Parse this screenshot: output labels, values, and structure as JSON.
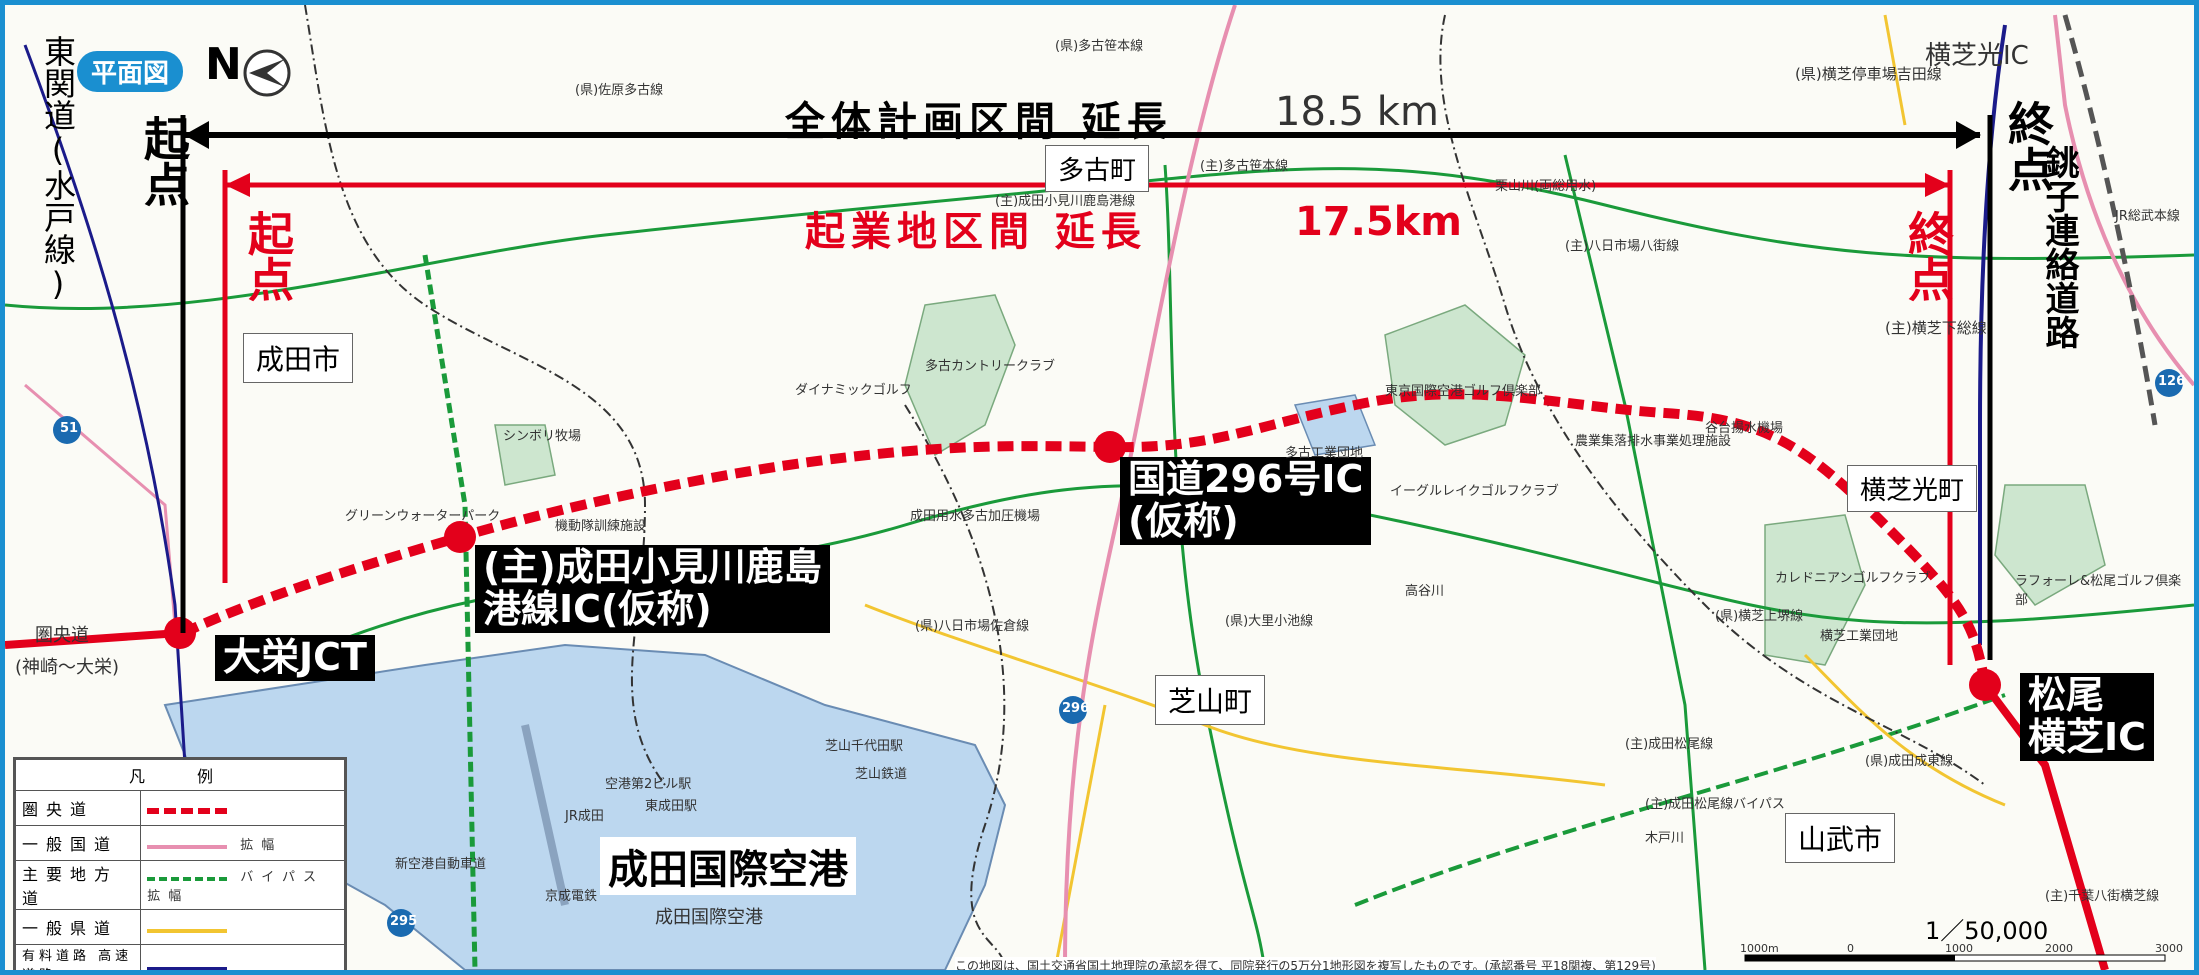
{
  "badge": {
    "label": "平面図"
  },
  "north": "N",
  "header": {
    "overall_label": "全体計画区間 延長",
    "overall_length": "18.5 km",
    "project_label": "起業地区間 延長",
    "project_length": "17.5km"
  },
  "endpoints": {
    "overall_start": "起点",
    "overall_end": "終点",
    "project_start": "起点",
    "project_end": "終点"
  },
  "municipalities": {
    "narita": "成田市",
    "tako": "多古町",
    "shibayama": "芝山町",
    "yokoshibahikari": "横芝光町",
    "sanmu": "山武市"
  },
  "interchanges": {
    "taiei_jct": "大栄JCT",
    "narita_komikawa_ic": "(主)成田小見川鹿島\n港線IC(仮称)",
    "route296_ic": "国道296号IC\n(仮称)",
    "matsuo_ic": "松尾\n横芝IC"
  },
  "airport": "成田国際空港",
  "vertical_labels": {
    "higashikanto": "東関道(水戸線)",
    "choshi": "銚子連絡道路"
  },
  "map_labels": [
    "(県)佐原多古線",
    "(県)多古笹本線",
    "横芝光IC",
    "(県)横芝停車場吉田線",
    "(主)成田小見川鹿島港線",
    "(主)多古笹本線",
    "栗山川(両総用水)",
    "(主)八日市場八街線",
    "JR総武本線",
    "(主)横芝下総線",
    "多古カントリークラブ",
    "ダイナミックゴルフ",
    "東京国際空港ゴルフ倶楽部",
    "谷台揚水機場",
    "シンボリ牧場",
    "多古工業団地",
    "農業集落排水事業処理施設",
    "グリーンウォーターパーク",
    "機動隊訓練施設",
    "成田用水多古加圧機場",
    "イーグルレイクゴルフクラブ",
    "高谷川",
    "カレドニアンゴルフクラブ",
    "ラフォーレ&松尾ゴルフ倶楽部",
    "横芝工業団地",
    "圏央道",
    "(神崎～大栄)",
    "(県)八日市場佐倉線",
    "(県)大里小池線",
    "(主)成田松尾線",
    "(県)成田成東線",
    "(主)成田松尾線バイパス",
    "木戸川",
    "新空港自動車道",
    "JR成田",
    "空港第2ビル駅",
    "東成田駅",
    "芝山千代田駅",
    "芝山鉄道",
    "京成電鉄",
    "(主)千葉八街横芝線",
    "(県)横芝上堺線",
    "成田国際空港"
  ],
  "route_numbers": [
    "51",
    "295",
    "296",
    "126"
  ],
  "legend": {
    "title": "凡　例",
    "rows": [
      {
        "label": "圏央道",
        "extra": ""
      },
      {
        "label": "一般国道",
        "extra": "拡幅"
      },
      {
        "label": "主要地方道",
        "extra": "バイパス 拡幅"
      },
      {
        "label": "一般県道",
        "extra": ""
      },
      {
        "label": "有料道路 高速道路",
        "extra": ""
      }
    ]
  },
  "scale": {
    "ratio": "1／50,000",
    "ticks": [
      "1000m",
      "0",
      "1000",
      "2000",
      "3000"
    ]
  },
  "copyright": "この地図は、国土交通省国土地理院の承認を得て、同院発行の5万分1地形図を複写したものです。(承認番号 平18関複、第129号)",
  "colors": {
    "frame": "#1a8fd0",
    "route_red": "#e3001b",
    "water_green": "#1a9a3a",
    "national_road": "#e78fb0",
    "pref_road": "#f2c531",
    "expressway": "#1b1b8a",
    "airport_fill": "#bcd7ef"
  }
}
